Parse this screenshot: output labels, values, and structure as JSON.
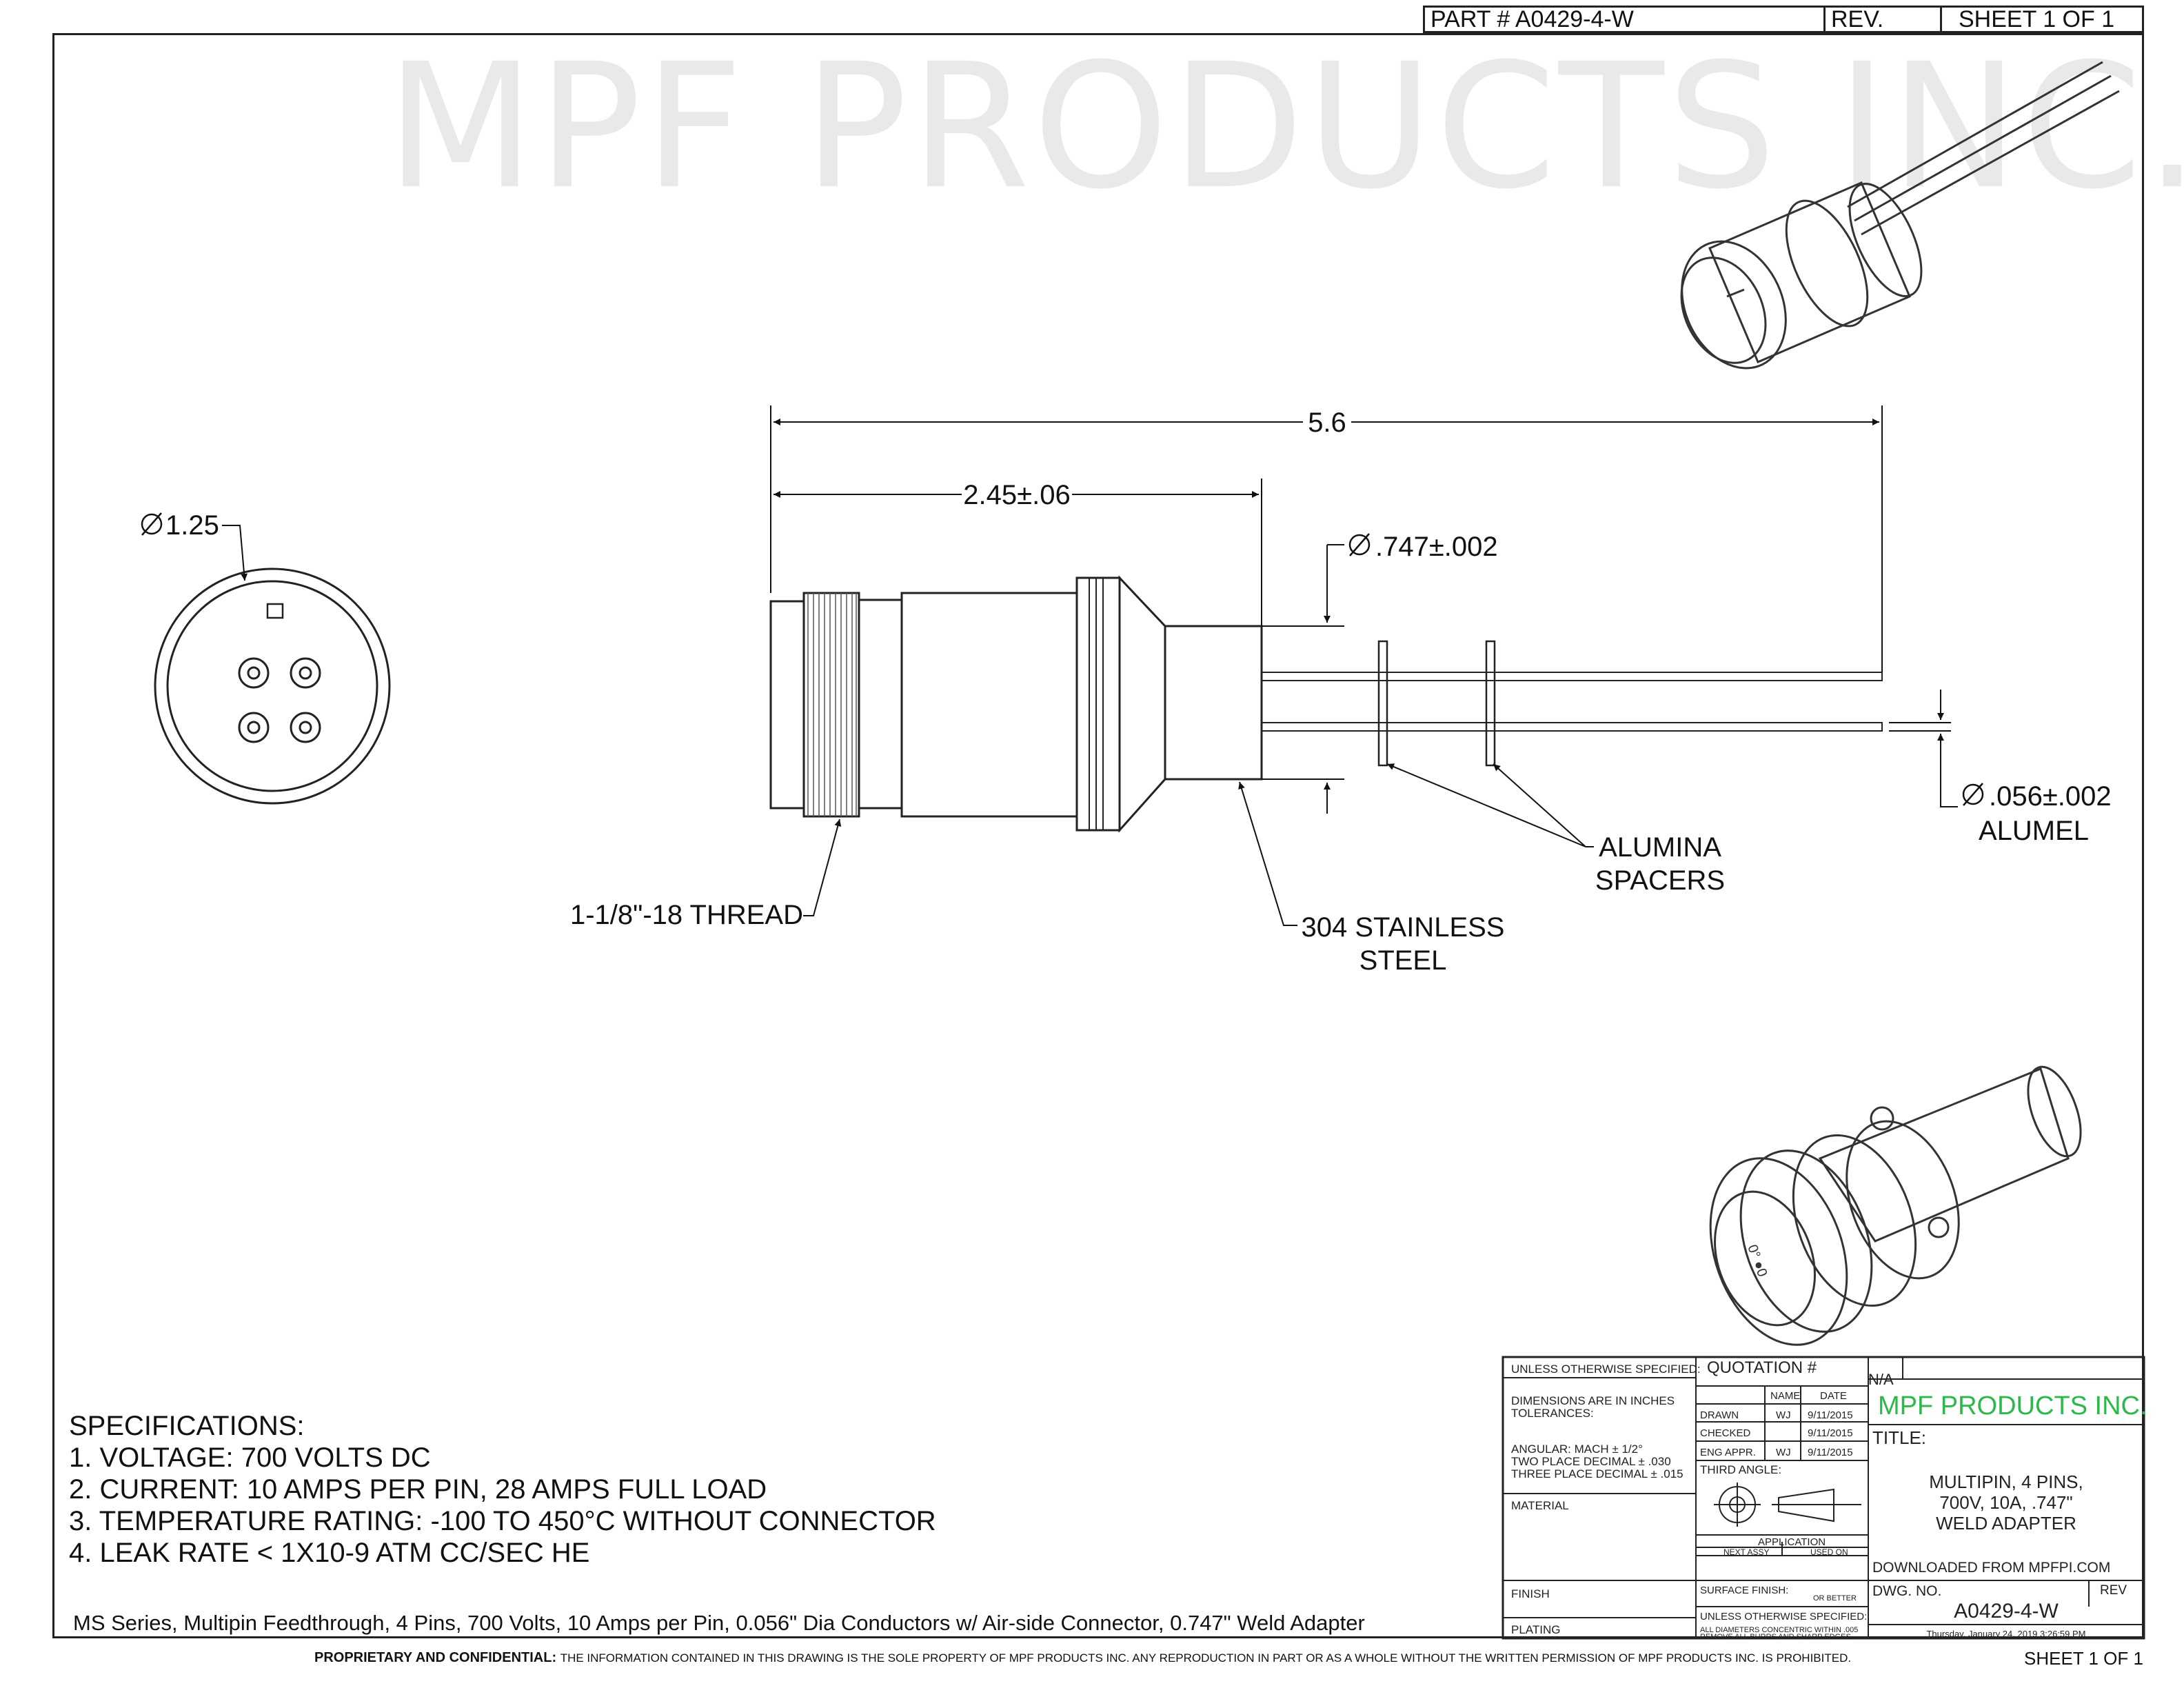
{
  "header": {
    "part_number": "PART # A0429-4-W",
    "rev": "REV.",
    "sheet": "SHEET 1 OF 1"
  },
  "watermark": "MPF PRODUCTS INC.",
  "dimensions": {
    "overall_length": "5.6",
    "body_length": "2.45±.06",
    "weld_diameter": ".747±.002",
    "face_diameter": "1.25",
    "pin_diameter": ".056±.002",
    "pin_material": "ALUMEL",
    "thread": "1-1/8\"-18 THREAD",
    "body_material_1": "304 STAINLESS",
    "body_material_2": "STEEL",
    "spacers_1": "ALUMINA",
    "spacers_2": "SPACERS"
  },
  "specifications": {
    "heading": "SPECIFICATIONS:",
    "items": [
      "1.  VOLTAGE:  700 VOLTS DC",
      "2.  CURRENT: 10 AMPS PER PIN, 28 AMPS FULL LOAD",
      "3.  TEMPERATURE  RATING:  -100 TO 450°C WITHOUT CONNECTOR",
      "4.  LEAK RATE < 1X10-9 ATM CC/SEC HE"
    ]
  },
  "description": "MS Series, Multipin Feedthrough, 4 Pins, 700 Volts, 10 Amps per Pin, 0.056\" Dia Conductors w/ Air-side Connector, 0.747\" Weld Adapter",
  "title_block": {
    "unless_specified": "UNLESS OTHERWISE SPECIFIED:",
    "dims_in_inches": "DIMENSIONS ARE IN INCHES",
    "tolerances": "TOLERANCES:",
    "angular": "ANGULAR: MACH ± 1/2°",
    "two_place": "TWO PLACE DECIMAL   ± .030",
    "three_place": "THREE PLACE DECIMAL  ± .015",
    "material": "MATERIAL",
    "finish": "FINISH",
    "plating": "PLATING",
    "quotation": "QUOTATION #",
    "quotation_value": "N/A",
    "name_col": "NAME",
    "date_col": "DATE",
    "drawn": "DRAWN",
    "drawn_name": "WJ",
    "drawn_date": "9/11/2015",
    "checked": "CHECKED",
    "checked_date": "9/11/2015",
    "eng_appr": "ENG APPR.",
    "eng_name": "WJ",
    "eng_date": "9/11/2015",
    "third_angle": "THIRD ANGLE:",
    "application": "APPLICATION",
    "next_assy": "NEXT ASSY",
    "used_on": "USED ON",
    "surface_finish": "SURFACE FINISH:",
    "or_better": "OR BETTER",
    "unless_specified_2": "UNLESS OTHERWISE SPECIFIED:",
    "concentric_1": "ALL DIAMETERS CONCENTRIC WITHIN .005",
    "concentric_2": "REMOVE ALL BURRS AND SHARP EDGES",
    "company": "MPF PRODUCTS INC.",
    "title_label": "TITLE:",
    "title_1": "MULTIPIN, 4 PINS,",
    "title_2": "700V, 10A, .747\"",
    "title_3": "WELD ADAPTER",
    "downloaded": "DOWNLOADED FROM MPFPI.COM",
    "dwg_no_label": "DWG.  NO.",
    "rev_label": "REV",
    "dwg_no": "A0429-4-W",
    "timestamp": "Thursday, January 24, 2019 3:26:59 PM"
  },
  "footer": {
    "proprietary_label": "PROPRIETARY AND CONFIDENTIAL:",
    "proprietary_text": "THE INFORMATION CONTAINED IN THIS DRAWING IS THE SOLE PROPERTY OF MPF PRODUCTS INC.  ANY REPRODUCTION IN PART OR AS A WHOLE WITHOUT THE WRITTEN PERMISSION OF MPF PRODUCTS INC. IS PROHIBITED.",
    "sheet": "SHEET 1 OF 1"
  },
  "colors": {
    "company": "#2db84a",
    "line": "#222222",
    "watermark": "#e9e9e9"
  }
}
